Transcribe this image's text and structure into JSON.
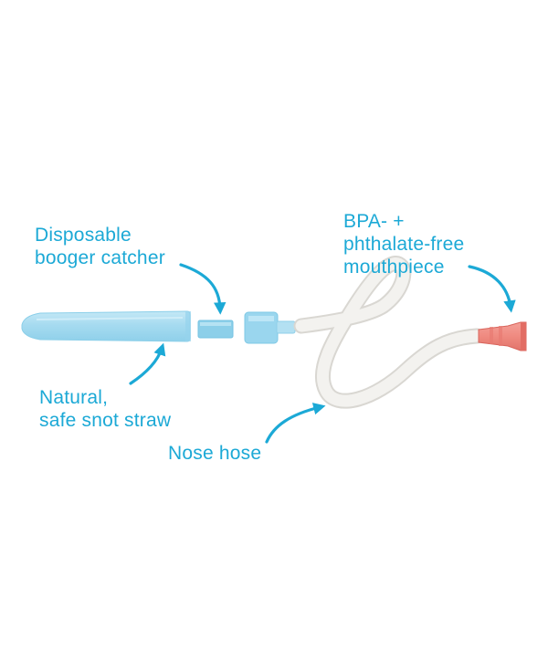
{
  "colors": {
    "label_text": "#1ca9d6",
    "arrow": "#1ca9d6",
    "straw_fill": "#a9dcf1",
    "straw_edge": "#8bcfe9",
    "hose": "#f2f1ee",
    "hose_edge": "#dcdad6",
    "mouthpiece": "#f08a80",
    "mouthpiece_dark": "#e06f66"
  },
  "labels": {
    "booger_catcher": [
      "Disposable",
      "booger catcher"
    ],
    "mouthpiece": [
      "BPA- +",
      "phthalate-free",
      "mouthpiece"
    ],
    "snot_straw": [
      "Natural,",
      "safe snot straw"
    ],
    "nose_hose": [
      "Nose hose"
    ]
  },
  "icons": {
    "arrow": "curved-arrow-icon"
  }
}
